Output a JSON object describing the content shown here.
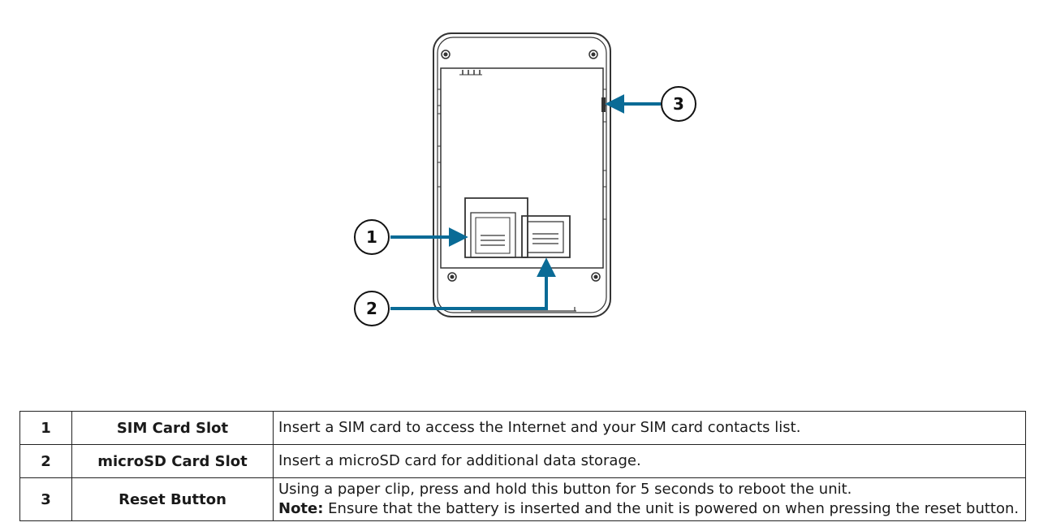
{
  "callouts": [
    {
      "number": "1"
    },
    {
      "number": "2"
    },
    {
      "number": "3"
    }
  ],
  "colors": {
    "arrow": "#0a6b96",
    "outline": "#333333"
  },
  "table": {
    "rows": [
      {
        "number": "1",
        "name": "SIM Card Slot",
        "description": "Insert a SIM card to access the Internet and your SIM card contacts list."
      },
      {
        "number": "2",
        "name": "microSD Card Slot",
        "description": "Insert a microSD card for additional data storage."
      },
      {
        "number": "3",
        "name": "Reset Button",
        "description": "Using a paper clip, press and hold this button for 5 seconds to reboot the unit.",
        "note_label": "Note:",
        "note_text": " Ensure that the battery is inserted and the unit is powered on when pressing the reset button."
      }
    ]
  }
}
